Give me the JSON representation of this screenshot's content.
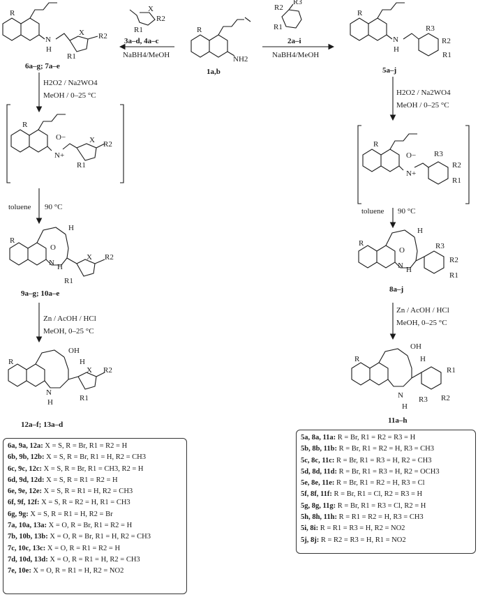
{
  "compounds": {
    "start": "1a,b",
    "left_amine": "6a–g; 7a–e",
    "right_amine": "5a–j",
    "left_cyclo": "9a–g; 10a–e",
    "right_cyclo": "8a–j",
    "left_product": "12a–f; 13a–d",
    "right_product": "11a–h"
  },
  "reagents": {
    "left_aldehyde": "3a–d, 4a–c",
    "right_aldehyde": "2a–i",
    "reductant": "NaBH4/MeOH",
    "oxidant": "H2O2 / Na2WO4",
    "ox_cond": "MeOH / 0–25 °C",
    "solvent": "toluene",
    "temp": "90 °C",
    "reduction": "Zn / AcOH / HCl",
    "red_cond": "MeOH, 0–25 °C"
  },
  "atoms": {
    "R": "R",
    "R1": "R1",
    "R2": "R2",
    "R3": "R3",
    "X": "X",
    "N": "N",
    "H": "H",
    "O": "O",
    "NH2": "NH2",
    "OH": "OH",
    "O_minus": "O−",
    "N_plus": "N+"
  },
  "legend_left": [
    {
      "ids": "6a, 9a, 12a:",
      "text": "X = S, R = Br, R1 = R2 = H"
    },
    {
      "ids": "6b, 9b, 12b:",
      "text": "X = S, R = Br, R1 = H, R2 = CH3"
    },
    {
      "ids": "6c, 9c, 12c:",
      "text": "X = S, R = Br, R1 = CH3, R2 = H"
    },
    {
      "ids": "6d, 9d, 12d:",
      "text": "X = S, R = R1 = R2 = H"
    },
    {
      "ids": "6e, 9e, 12e:",
      "text": "X = S, R = R1 = H, R2 = CH3"
    },
    {
      "ids": "6f, 9f, 12f:",
      "text": "X = S, R = R2 = H, R1 = CH3"
    },
    {
      "ids": "6g, 9g:",
      "text": "X = S, R = R1 = H, R2 = Br"
    },
    {
      "ids": "7a, 10a, 13a:",
      "text": "X = O, R = Br, R1 = R2 = H"
    },
    {
      "ids": "7b, 10b, 13b:",
      "text": "X = O, R = Br, R1 = H, R2 = CH3"
    },
    {
      "ids": "7c, 10c, 13c:",
      "text": "X = O, R = R1 = R2 = H"
    },
    {
      "ids": "7d, 10d, 13d:",
      "text": "X = O, R = R1 = H, R2 = CH3"
    },
    {
      "ids": "7e, 10e:",
      "text": "X = O, R = R1 = H, R2 = NO2"
    }
  ],
  "legend_right": [
    {
      "ids": "5a, 8a, 11a:",
      "text": "R = Br, R1 = R2 = R3 = H"
    },
    {
      "ids": "5b, 8b, 11b:",
      "text": "R = Br, R1 = R2 = H, R3 = CH3"
    },
    {
      "ids": "5c, 8c, 11c:",
      "text": "R = Br, R1 = R3 = H, R2 = CH3"
    },
    {
      "ids": "5d, 8d, 11d:",
      "text": "R = Br, R1 = R3 = H, R2 = OCH3"
    },
    {
      "ids": "5e, 8e, 11e:",
      "text": "R = Br, R1 = R2 = H, R3 = Cl"
    },
    {
      "ids": "5f, 8f, 11f:",
      "text": "R = Br, R1 = Cl, R2 = R3 = H"
    },
    {
      "ids": "5g, 8g, 11g:",
      "text": "R = Br, R1 = R3 = Cl, R2 = H"
    },
    {
      "ids": "5h, 8h, 11h:",
      "text": "R = R1 = R2 = H, R3 = CH3"
    },
    {
      "ids": "5i, 8i:",
      "text": "R = R1 = R3 = H, R2 = NO2"
    },
    {
      "ids": "5j, 8j:",
      "text": "R = R2 = R3 = H, R1 = NO2"
    }
  ]
}
